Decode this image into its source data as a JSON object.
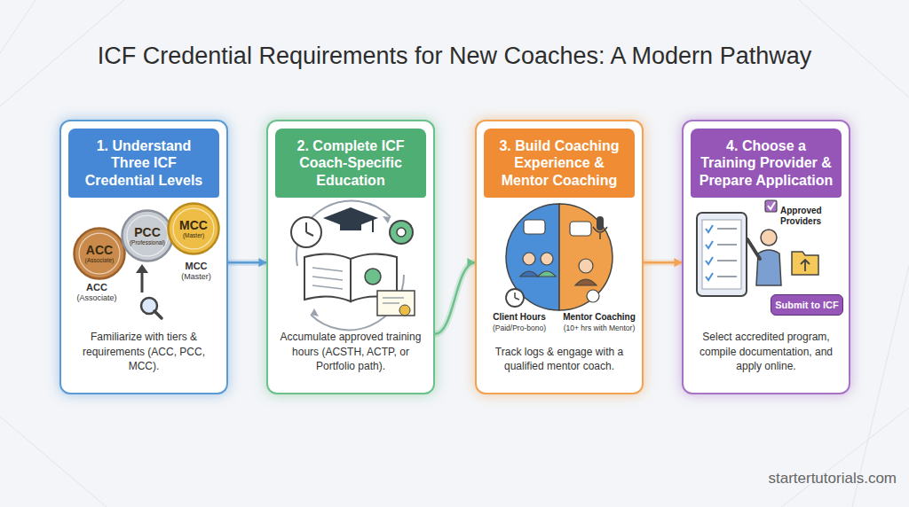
{
  "diagram": {
    "title": "ICF Credential Requirements for New Coaches: A Modern Pathway",
    "nodes": [
      {
        "text": [
          "1. Understand Three ICF Credential Levels",
          "Familiarize with tiers & requirements (ACC, PCC, MCC)."
        ]
      },
      {
        "text": [
          "ACC",
          "(Associate)"
        ],
        "in": 0
      },
      {
        "text": [
          "PCC",
          "(Professional)"
        ],
        "in": 0
      },
      {
        "text": [
          "MCC",
          "(Master)"
        ],
        "in": 0
      },
      {
        "text": [
          "2. Complete ICF Coach-Specific Education",
          "Accumulate approved training hours (ACSTH, ACTP, or Portfolio path)."
        ]
      },
      {
        "text": [
          "3. Build Coaching Experience & Mentor Coaching",
          "Track logs & engage with a qualified mentor coach."
        ]
      },
      {
        "text": [
          "4. Choose a Training Provider & Prepare Application",
          "Select accredited program, compile documentation, and apply online."
        ]
      },
      {
        "text": [
          "Submit to ICF"
        ],
        "in": 6
      }
    ],
    "edges": [
      {
        "from": 0,
        "to": 4,
        "arrow": "to"
      },
      {
        "from": 4,
        "to": 5,
        "arrow": "to"
      },
      {
        "from": 5,
        "to": 6,
        "arrow": "to"
      }
    ],
    "labels": [
      "ACC",
      "(Associate)",
      "MCC",
      "(Master)",
      "Client Hours",
      "(Paid/Pro-bono)",
      "Mentor Coaching",
      "(10+ hrs with Mentor)",
      "Approved Providers",
      "startertutorials.com"
    ]
  }
}
